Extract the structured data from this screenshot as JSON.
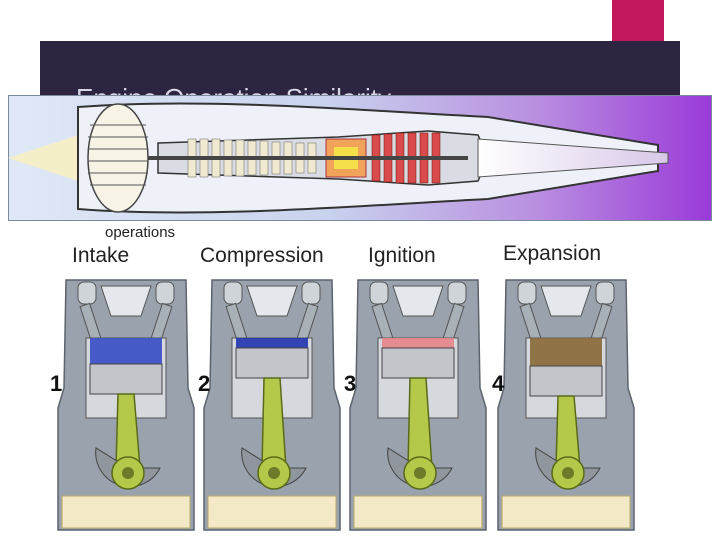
{
  "slide": {
    "title": "Engine Operation Similarity",
    "small_label": "operations",
    "colors": {
      "accent": "#c2185b",
      "band": "#2c2440",
      "intake_charge": "#3a4fc6",
      "compress_charge": "#2436b0",
      "ignite_charge": "#e6868c",
      "expand_charge": "#8a6a3a",
      "conrod": "#b4c84a",
      "block": "#9aa3ad",
      "oil": "#f3e9c6"
    }
  },
  "strokes": [
    {
      "label": "Intake",
      "number": "1"
    },
    {
      "label": "Compression",
      "number": "2"
    },
    {
      "label": "Ignition",
      "number": "3"
    },
    {
      "label": "Expansion",
      "number": "4"
    }
  ]
}
